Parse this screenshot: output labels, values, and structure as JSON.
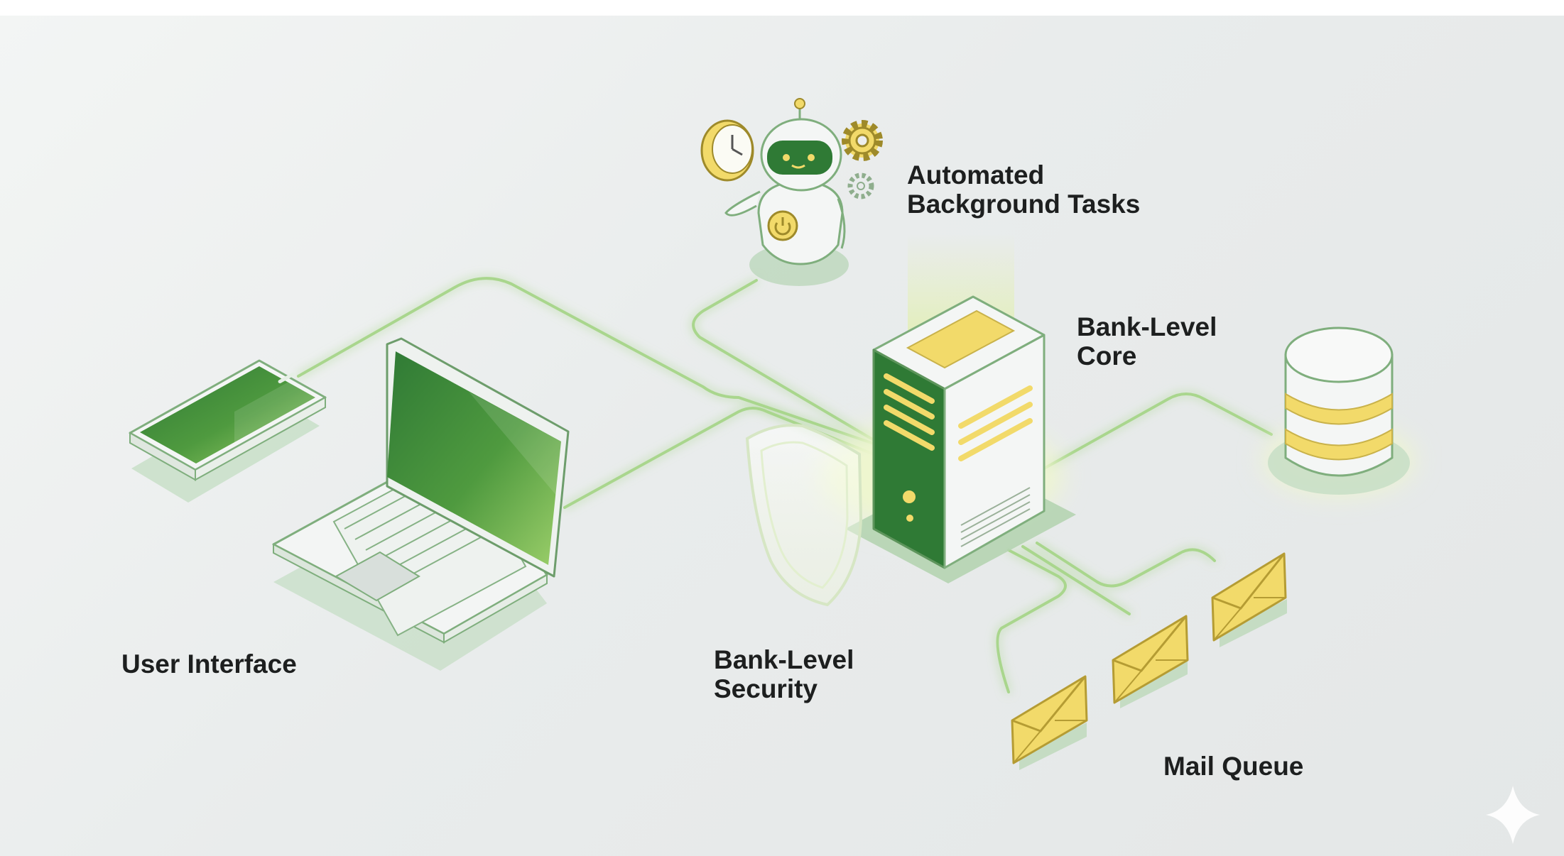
{
  "labels": {
    "user_interface": "User Interface",
    "automated_tasks": [
      "Automated",
      "Background Tasks"
    ],
    "core": [
      "Bank-Level",
      "Core"
    ],
    "security": [
      "Bank-Level",
      "Security"
    ],
    "mail_queue": "Mail Queue"
  },
  "colors": {
    "accent_green": "#2e7d3a",
    "line_green": "#a9d68d",
    "highlight_yellow": "#f2da6a",
    "background": "#eceeee"
  },
  "icons": [
    "smartphone-icon",
    "laptop-icon",
    "robot-icon",
    "clock-icon",
    "gear-icon",
    "server-icon",
    "shield-icon",
    "database-icon",
    "envelope-icon",
    "sparkle-icon"
  ]
}
